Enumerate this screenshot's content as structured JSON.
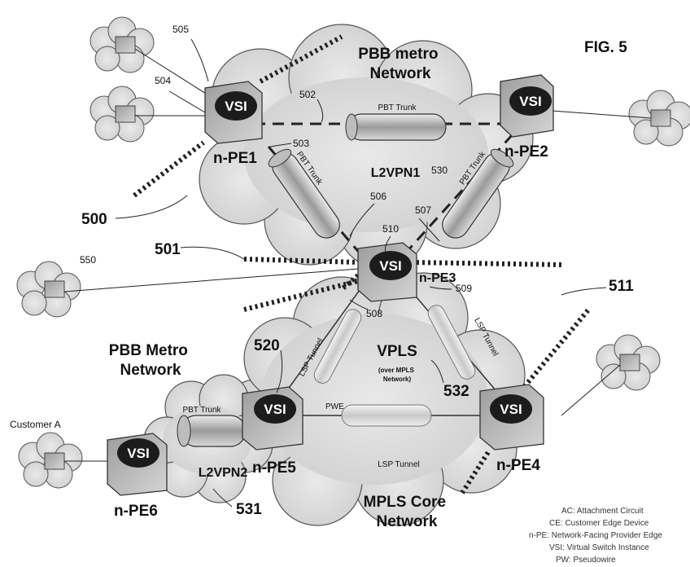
{
  "figure_label": "FIG. 5",
  "clouds": {
    "pbb_metro_top": "PBB metro\nNetwork",
    "pbb_metro_left": "PBB Metro\nNetwork",
    "mpls_core": "MPLS Core\nNetwork"
  },
  "nodes": {
    "vsi_label": "VSI",
    "pe1": "n-PE1",
    "pe2": "n-PE2",
    "pe3": "n-PE3",
    "pe4": "n-PE4",
    "pe5": "n-PE5",
    "pe6": "n-PE6"
  },
  "links": {
    "pbt_trunk": "PBT Trunk",
    "lsp_tunnel": "LSP Tunnel",
    "pwe": "PWE",
    "l2vpn1": "L2VPN1",
    "l2vpn2": "L2VPN2",
    "vpls": "VPLS",
    "vpls_sub": "(over MPLS\nNetwork)"
  },
  "customer_a": "Customer A",
  "refs": {
    "r500": "500",
    "r501": "501",
    "r502": "502",
    "r503": "503",
    "r504": "504",
    "r505": "505",
    "r506": "506",
    "r507": "507",
    "r508": "508",
    "r509": "509",
    "r510": "510",
    "r511": "511",
    "r520": "520",
    "r530": "530",
    "r531": "531",
    "r532": "532",
    "r550": "550"
  },
  "legend": [
    "AC: Attachment Circuit",
    "CE: Customer Edge Device",
    "n-PE: Network-Facing Provider Edge",
    "VSI: Virtual Switch Instance",
    "PW: Pseudowire"
  ]
}
